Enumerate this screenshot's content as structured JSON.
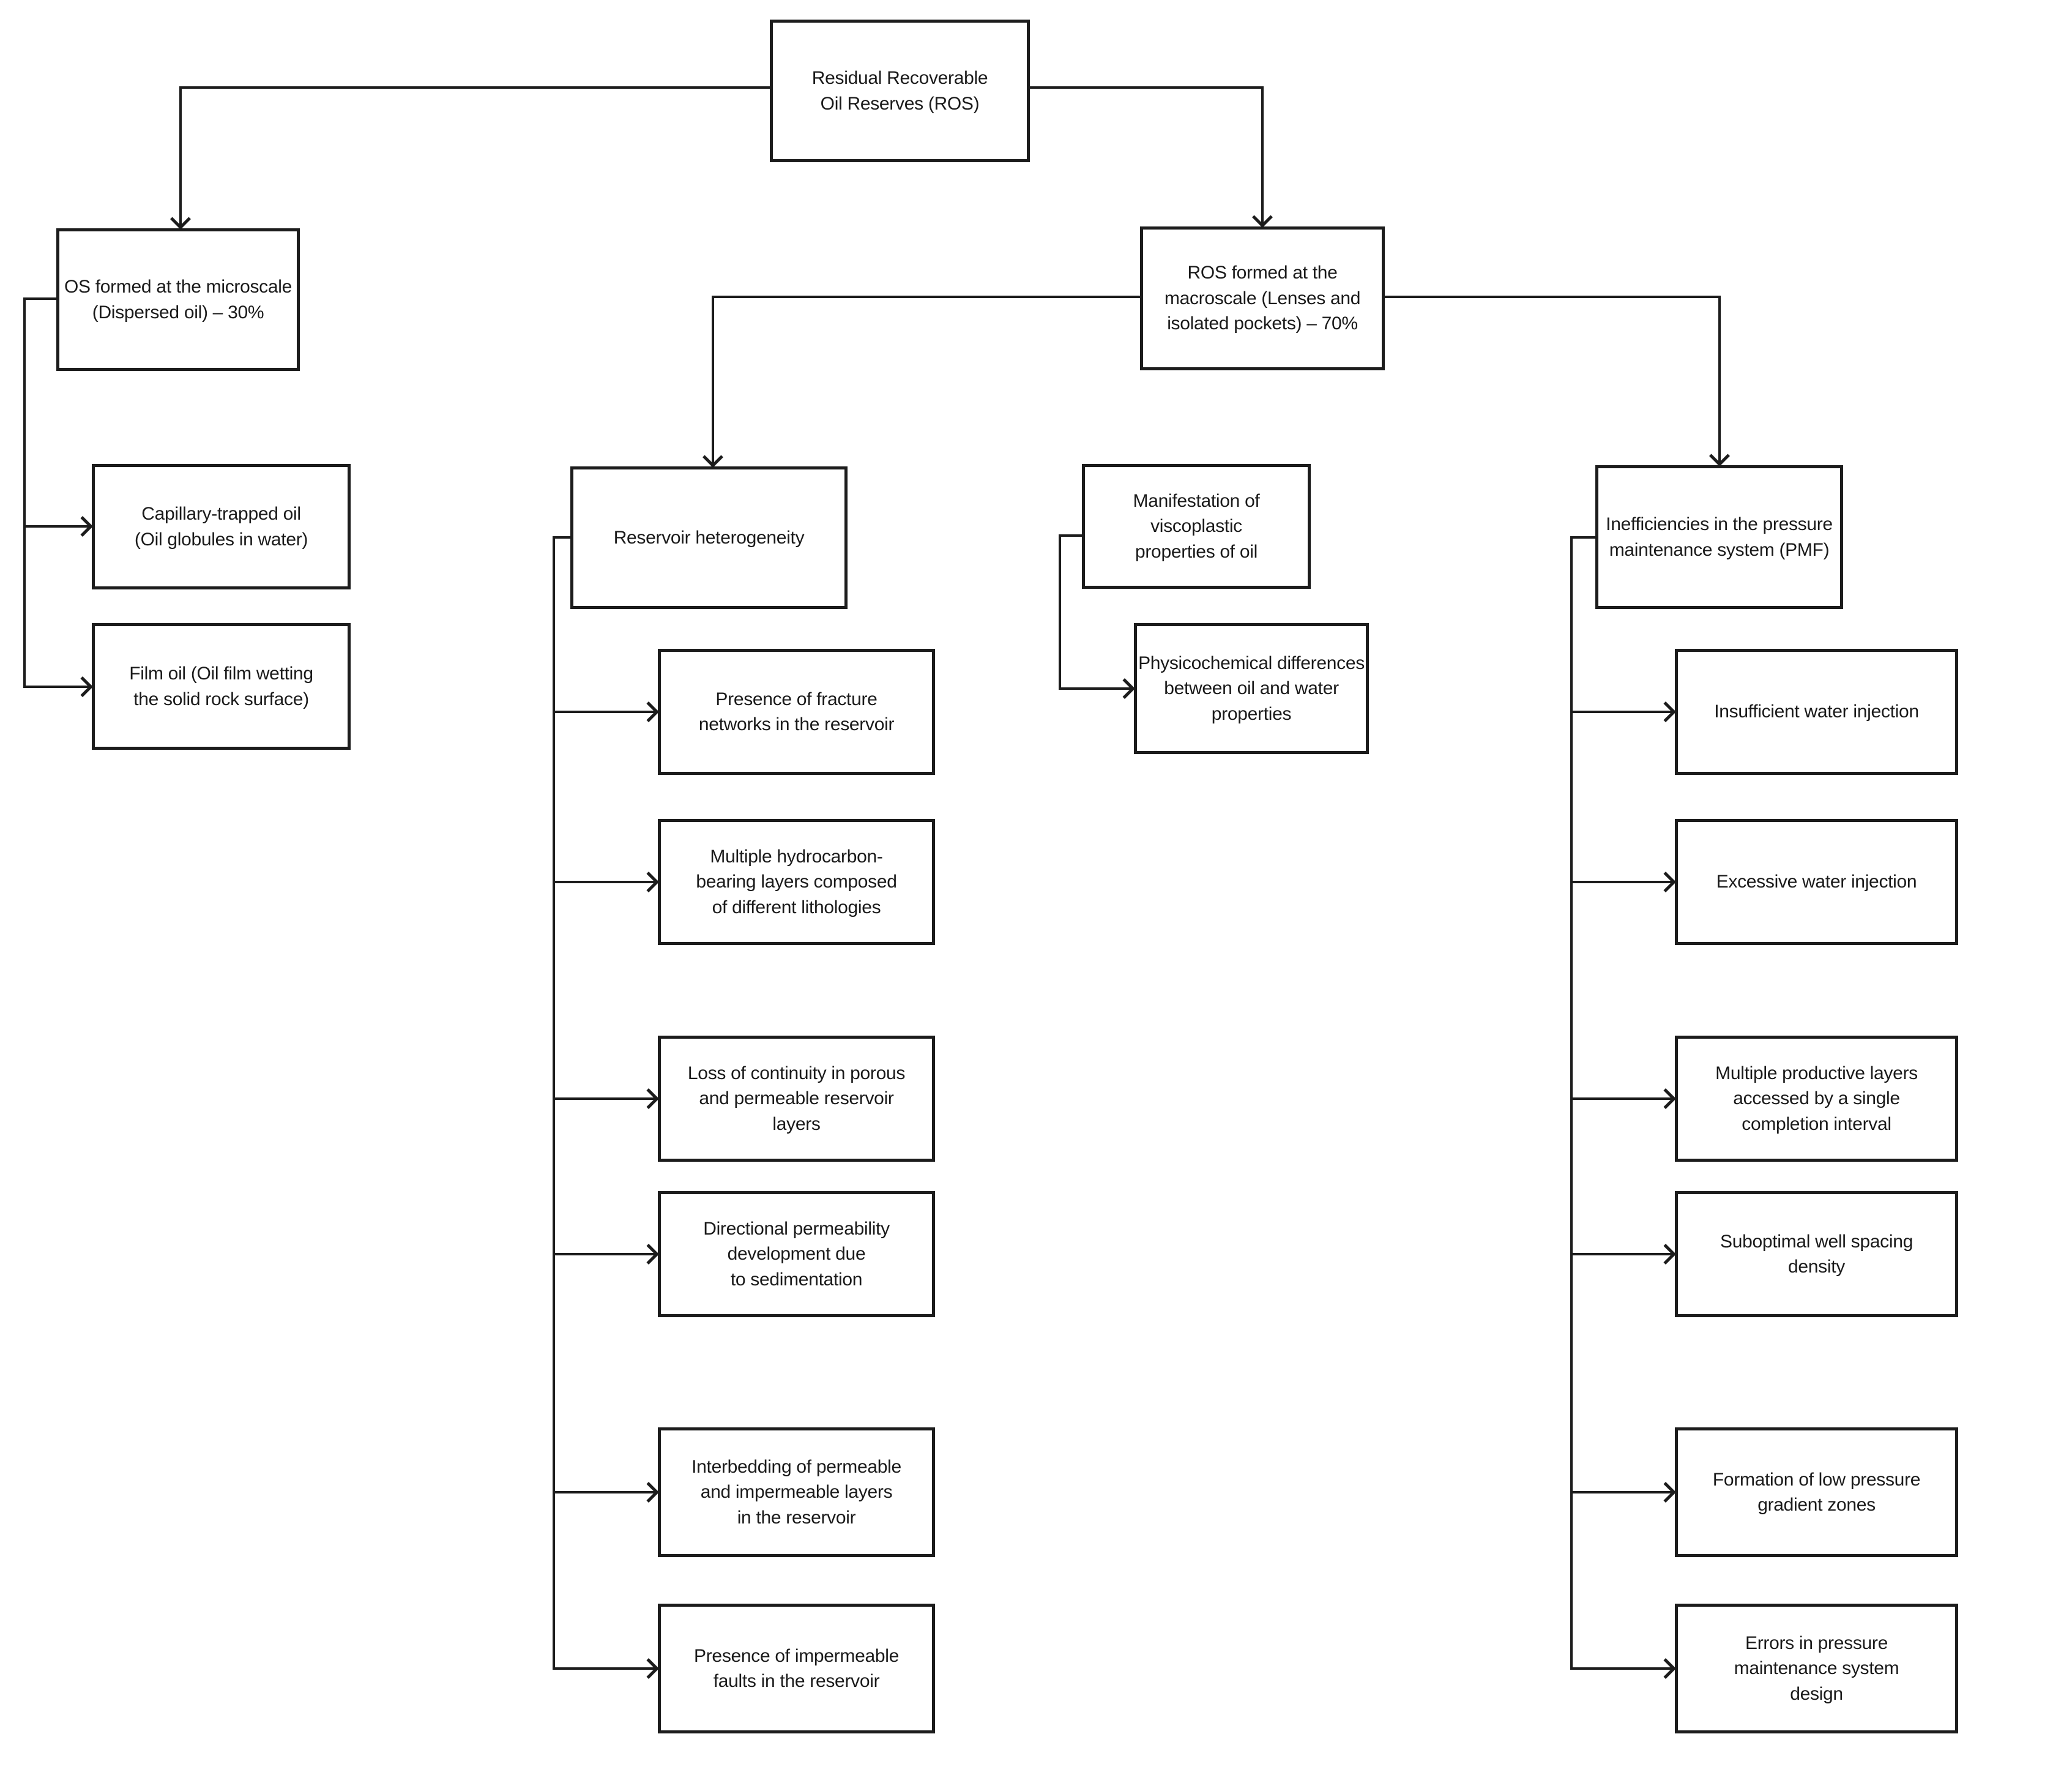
{
  "page": {
    "background_color": "#ffffff",
    "line_color": "#1c1c1c"
  },
  "diagram": {
    "type": "flowchart-tree",
    "root": {
      "label": "Residual Recoverable\nOil Reserves (ROS)"
    },
    "branches": [
      {
        "label": "OS formed at the microscale\n(Dispersed oil) – 30%",
        "children": [
          {
            "label": "Capillary-trapped oil\n(Oil globules in water)"
          },
          {
            "label": "Film oil (Oil film wetting\nthe solid rock surface)"
          }
        ]
      },
      {
        "label": "ROS formed at the\nmacroscale (Lenses and\nisolated pockets) – 70%",
        "children": [
          {
            "label": "Reservoir heterogeneity",
            "children": [
              {
                "label": "Presence of fracture\nnetworks in the reservoir"
              },
              {
                "label": "Multiple hydrocarbon-\nbearing layers composed\nof different lithologies"
              },
              {
                "label": "Loss of continuity in porous\nand permeable reservoir\nlayers"
              },
              {
                "label": "Directional permeability\ndevelopment due\nto sedimentation"
              },
              {
                "label": "Interbedding of permeable\nand impermeable layers\nin the reservoir"
              },
              {
                "label": "Presence of impermeable\nfaults in the reservoir"
              }
            ]
          },
          {
            "label": "Manifestation of viscoplastic\nproperties of oil",
            "children": [
              {
                "label": "Physicochemical differences\nbetween oil and water\nproperties"
              }
            ]
          },
          {
            "label": "Inefficiencies in the pressure\nmaintenance system (PMF)",
            "children": [
              {
                "label": "Insufficient water injection"
              },
              {
                "label": "Excessive water injection"
              },
              {
                "label": "Multiple productive layers\naccessed by a single\ncompletion interval"
              },
              {
                "label": "Suboptimal well spacing\ndensity"
              },
              {
                "label": "Formation of low pressure\ngradient zones"
              },
              {
                "label": "Errors in pressure\nmaintenance system\ndesign"
              }
            ]
          }
        ]
      }
    ]
  }
}
